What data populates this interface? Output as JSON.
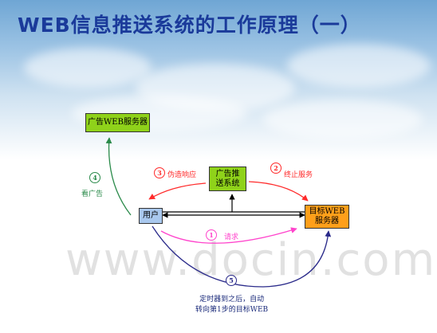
{
  "title": "WEB信息推送系统的工作原理（一）",
  "watermark": "www.docin.com",
  "nodes": {
    "ad_server": "广告WEB服务器",
    "push_system_line1": "广告推",
    "push_system_line2": "送系统",
    "user": "用户",
    "target_line1": "目标WEB",
    "target_line2": "服务器"
  },
  "steps": [
    {
      "num": "1",
      "label": "请求"
    },
    {
      "num": "2",
      "label": "终止服务"
    },
    {
      "num": "3",
      "label": "伪造响应"
    },
    {
      "num": "4",
      "label": "看广告"
    },
    {
      "num": "5",
      "label_line1": "定时器到之后，自动",
      "label_line2": "转向第1步的目标WEB"
    }
  ],
  "colors": {
    "title": "#1a3a9a",
    "node_green": "#8fd21a",
    "node_blue": "#a9c8ee",
    "node_orange": "#ff9f1a",
    "step1": "#ff44cc",
    "step2": "#ff2a2a",
    "step3": "#ff2a2a",
    "step4": "#2a8a4a",
    "step5": "#2a2a8a"
  }
}
